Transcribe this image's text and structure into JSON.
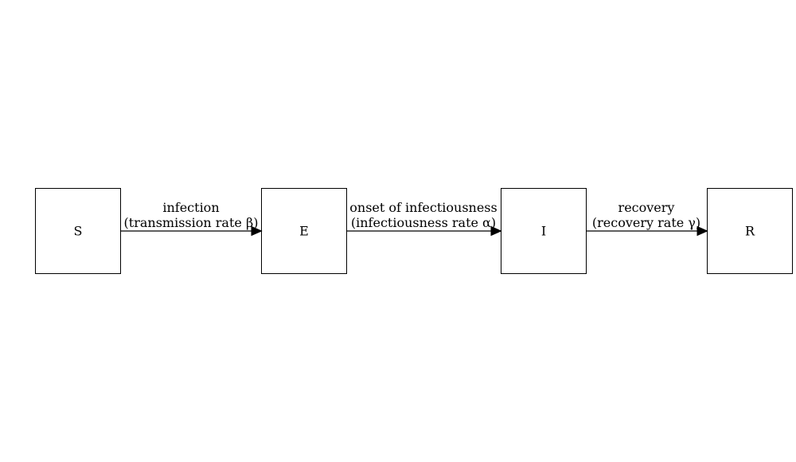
{
  "diagram": {
    "nodes": [
      {
        "id": "S",
        "label": "S"
      },
      {
        "id": "E",
        "label": "E"
      },
      {
        "id": "I",
        "label": "I"
      },
      {
        "id": "R",
        "label": "R"
      }
    ],
    "edges": [
      {
        "from": "S",
        "to": "E",
        "label_line1": "infection",
        "label_line2": "(transmission rate β)"
      },
      {
        "from": "E",
        "to": "I",
        "label_line1": "onset of infectiousness",
        "label_line2": "(infectiousness rate α)"
      },
      {
        "from": "I",
        "to": "R",
        "label_line1": "recovery",
        "label_line2": "(recovery rate γ)"
      }
    ],
    "colors": {
      "stroke": "#000000",
      "background": "#ffffff"
    }
  }
}
